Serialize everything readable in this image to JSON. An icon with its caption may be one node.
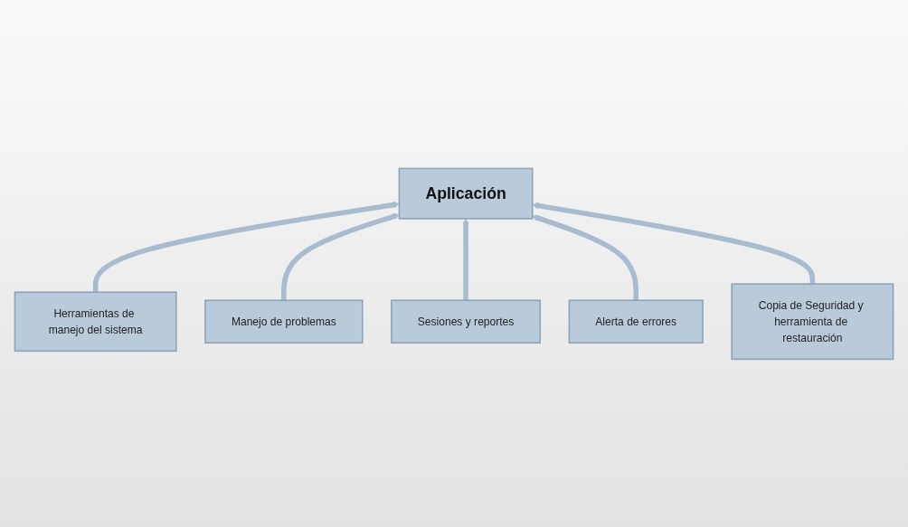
{
  "diagram": {
    "nodes": [
      {
        "text": [
          "Herramientas de manejo del sistema"
        ]
      },
      {
        "text": [
          "Aplicación"
        ]
      },
      {
        "text": [
          "Manejo de problemas"
        ]
      },
      {
        "text": [
          "Sesiones y reportes"
        ]
      },
      {
        "text": [
          "Alerta de errores"
        ]
      },
      {
        "text": [
          "Copia de Seguridad y herramienta de restauración"
        ]
      }
    ],
    "edges": [
      {
        "from": 0,
        "to": 1,
        "arrow": "to"
      },
      {
        "from": 2,
        "to": 1,
        "arrow": "to"
      },
      {
        "from": 3,
        "to": 1,
        "arrow": "to"
      },
      {
        "from": 4,
        "to": 1,
        "arrow": "to"
      },
      {
        "from": 5,
        "to": 1,
        "arrow": "to"
      }
    ]
  }
}
